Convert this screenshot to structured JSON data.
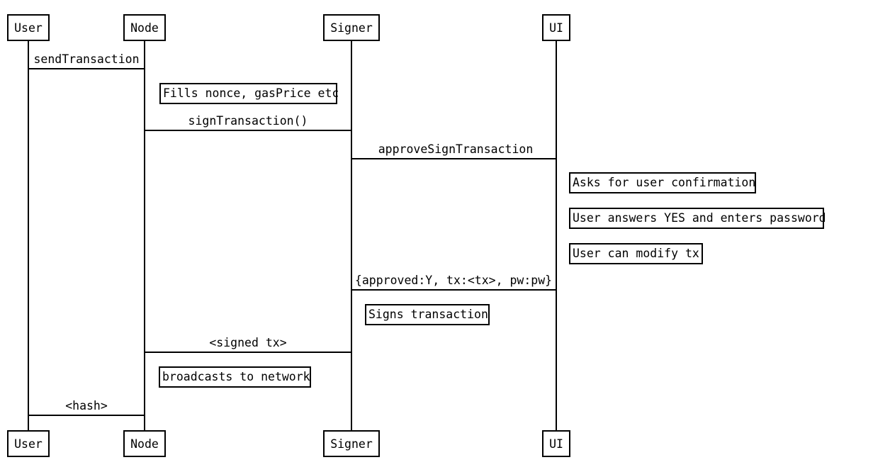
{
  "diagram": {
    "title": "Transaction signing sequence diagram",
    "colors": {
      "background": "#ffffff",
      "line": "#000000",
      "text": "#000000"
    },
    "actors": [
      {
        "name": "User"
      },
      {
        "name": "Node"
      },
      {
        "name": "Signer"
      },
      {
        "name": "UI"
      }
    ],
    "messages": [
      {
        "from": "User",
        "to": "Node",
        "label": "sendTransaction"
      },
      {
        "from": "Node",
        "to": "Signer",
        "label": "signTransaction()"
      },
      {
        "from": "Signer",
        "to": "UI",
        "label": "approveSignTransaction"
      },
      {
        "from": "UI",
        "to": "Signer",
        "label": "{approved:Y, tx:<tx>, pw:pw}"
      },
      {
        "from": "Signer",
        "to": "Node",
        "label": "<signed tx>"
      },
      {
        "from": "Node",
        "to": "User",
        "label": "<hash>"
      }
    ],
    "notes": [
      {
        "actor": "Node",
        "text": "Fills nonce, gasPrice etc"
      },
      {
        "actor": "UI",
        "text": "Asks for user confirmation"
      },
      {
        "actor": "UI",
        "text": "User answers YES and enters password"
      },
      {
        "actor": "UI",
        "text": "User can modify tx"
      },
      {
        "actor": "Signer",
        "text": "Signs transaction"
      },
      {
        "actor": "Node",
        "text": "broadcasts to network"
      }
    ]
  }
}
